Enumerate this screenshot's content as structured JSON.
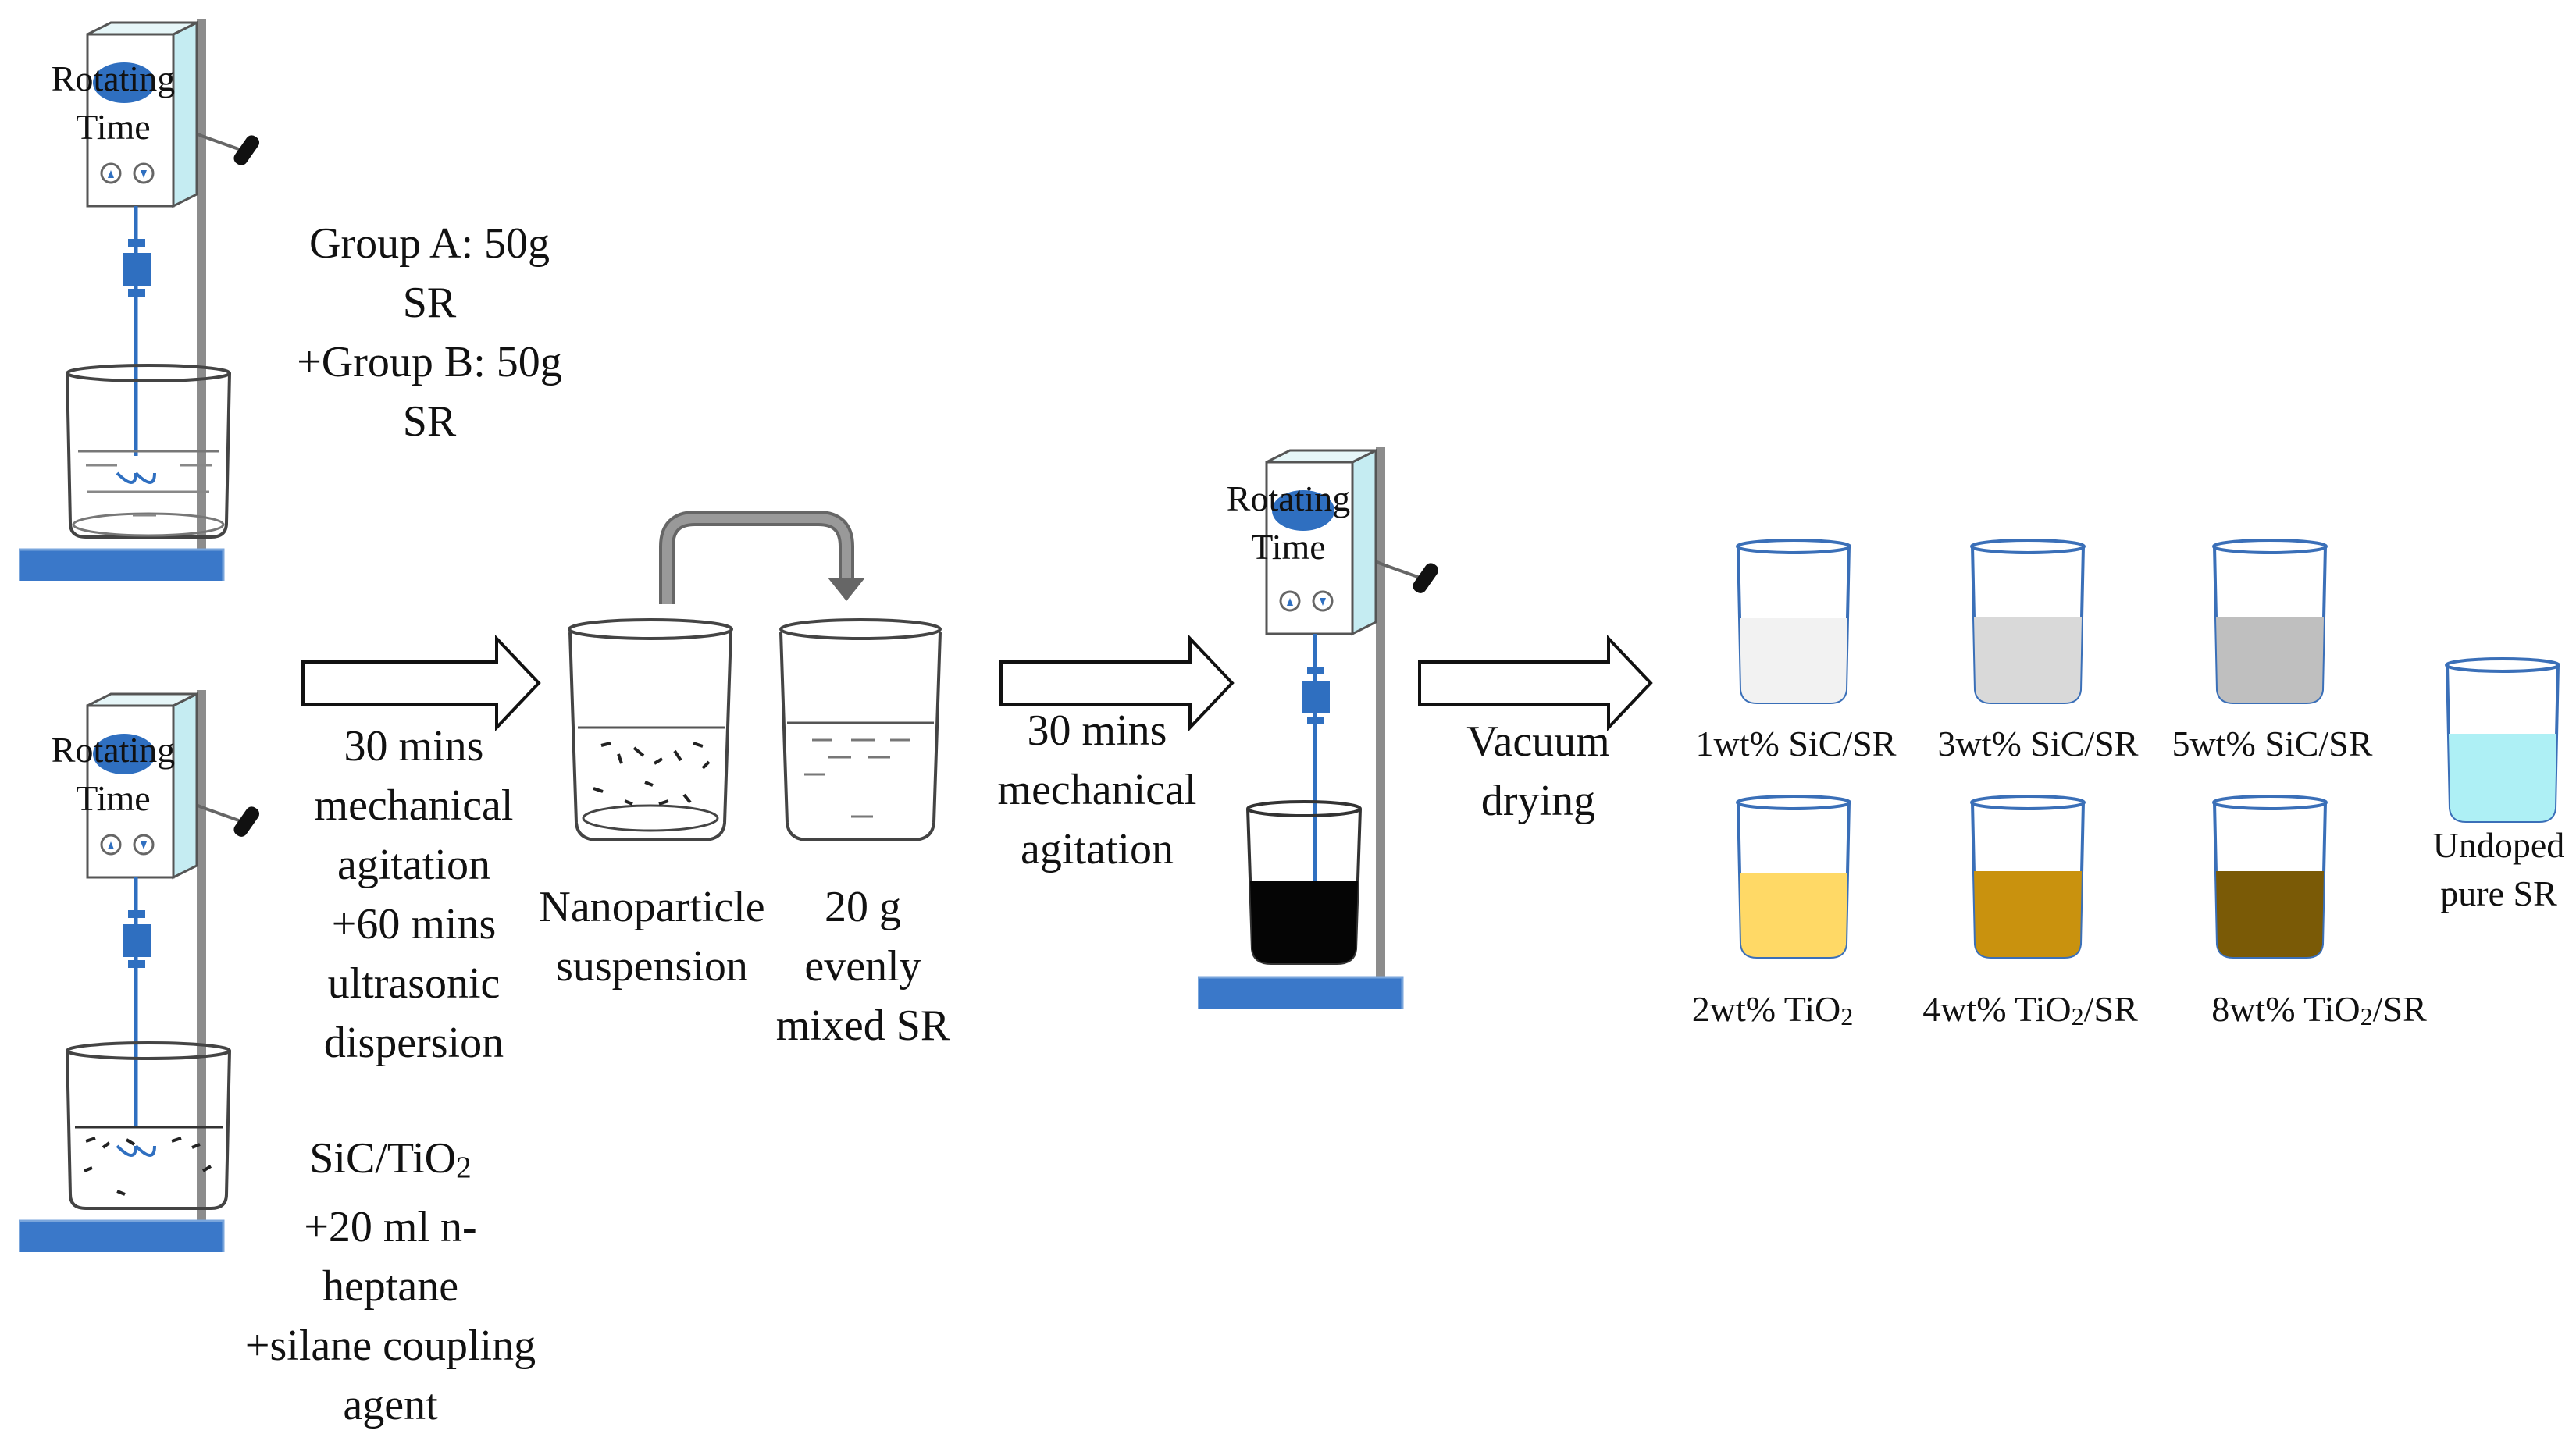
{
  "colors": {
    "stand_blue": "#2f6fc0",
    "stand_base": "#3a78c9",
    "rod": "#8c8c8c",
    "liquid_clear": "#ffffff",
    "liquid_black": "#050505",
    "sample_1": "#f2f2f2",
    "sample_3": "#d9d9d9",
    "sample_5": "#bfbfbf",
    "sample_2": "#ffd966",
    "sample_4": "#c9920e",
    "sample_8": "#7a5a06",
    "sample_undoped": "#aef0f5"
  },
  "icons": [
    "stirrer-icon",
    "beaker-icon",
    "arrow-right-icon",
    "curved-arrow-icon"
  ],
  "stirrers": {
    "top": {
      "line1": "Rotating",
      "line2": "Time"
    },
    "bottom": {
      "line1": "Rotating",
      "line2": "Time"
    },
    "middle": {
      "line1": "Rotating",
      "line2": "Time"
    }
  },
  "group_label": {
    "line1": "Group A: 50g",
    "line2": "SR",
    "line3": "+Group B: 50g",
    "line4": "SR"
  },
  "reagent_label": {
    "line1_prefix": "SiC/TiO",
    "line1_sub": "2",
    "line2": "+20 ml n-",
    "line3": "heptane",
    "line4": "+silane coupling",
    "line5": "agent"
  },
  "step1": {
    "line1": "30 mins",
    "line2": "mechanical",
    "line3": "agitation",
    "line4": "+60 mins",
    "line5": "ultrasonic",
    "line6": "dispersion"
  },
  "beaker_labels": {
    "suspension_line1": "Nanoparticle",
    "suspension_line2": "suspension",
    "sr_line1": "20 g",
    "sr_line2": "evenly",
    "sr_line3": "mixed SR"
  },
  "step2": {
    "line1": "30 mins",
    "line2": "mechanical",
    "line3": "agitation"
  },
  "step3": {
    "line1": "Vacuum",
    "line2": "drying"
  },
  "samples": {
    "s1": "1wt% SiC/SR",
    "s3": "3wt% SiC/SR",
    "s5": "5wt% SiC/SR",
    "s2_prefix": "2wt% TiO",
    "s2_sub": "2",
    "s4_prefix": "4wt% TiO",
    "s4_sub": "2",
    "s4_suffix": "/SR",
    "s8_prefix": "8wt% TiO",
    "s8_sub": "2",
    "s8_suffix": "/SR",
    "undoped_line1": "Undoped",
    "undoped_line2": "pure SR"
  }
}
